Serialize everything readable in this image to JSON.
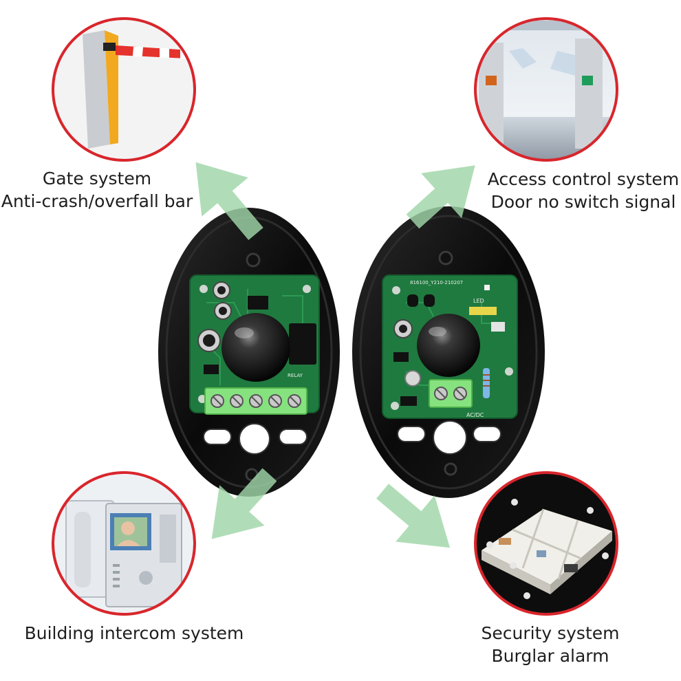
{
  "labels": {
    "gate": {
      "line1": "Gate system",
      "line2": "Anti-crash/overfall bar"
    },
    "access": {
      "line1": "Access control system",
      "line2": "Door no switch signal"
    },
    "intercom": {
      "line1": "Building intercom system"
    },
    "security": {
      "line1": "Security system",
      "line2": "Burglar alarm"
    }
  },
  "board_markings": {
    "receiver_model": "816100_Y210-210207",
    "led": "LED",
    "acdc": "AC/DC",
    "relay": "RELAY"
  },
  "colors": {
    "arrow": "#9fd6a8",
    "ring": "#d8262c",
    "housing": "#0c0c0c",
    "pcb": "#1e7a3e",
    "terminal": "#7fe07a",
    "label_text": "#1e1e1e",
    "background": "#ffffff"
  },
  "icons": {
    "gate": "barrier-gate-illustration",
    "access": "turnstile-illustration",
    "intercom": "video-intercom-illustration",
    "security": "smart-home-floorplan-illustration"
  }
}
